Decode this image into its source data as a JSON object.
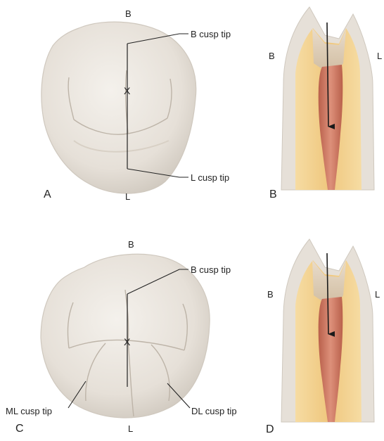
{
  "panel_a": {
    "letter": "A",
    "top_orientation": "B",
    "bottom_orientation": "L",
    "center_mark": "X",
    "callouts": {
      "b_cusp": "B cusp tip",
      "l_cusp": "L cusp tip"
    }
  },
  "panel_b": {
    "letter": "B",
    "left_orientation": "B",
    "right_orientation": "L"
  },
  "panel_c": {
    "letter": "C",
    "top_orientation": "B",
    "bottom_orientation": "L",
    "center_mark": "X",
    "callouts": {
      "b_cusp": "B cusp tip",
      "ml_cusp": "ML cusp tip",
      "dl_cusp": "DL cusp tip"
    }
  },
  "panel_d": {
    "letter": "D",
    "left_orientation": "B",
    "right_orientation": "L"
  },
  "colors": {
    "crown": "#ebe6df",
    "crown_shadow": "#cfc8be",
    "dentin": "#f1cf8c",
    "pulp": "#cf7e68",
    "enamel_section": "#e7e1d9",
    "arrow": "#1a1a1a"
  }
}
